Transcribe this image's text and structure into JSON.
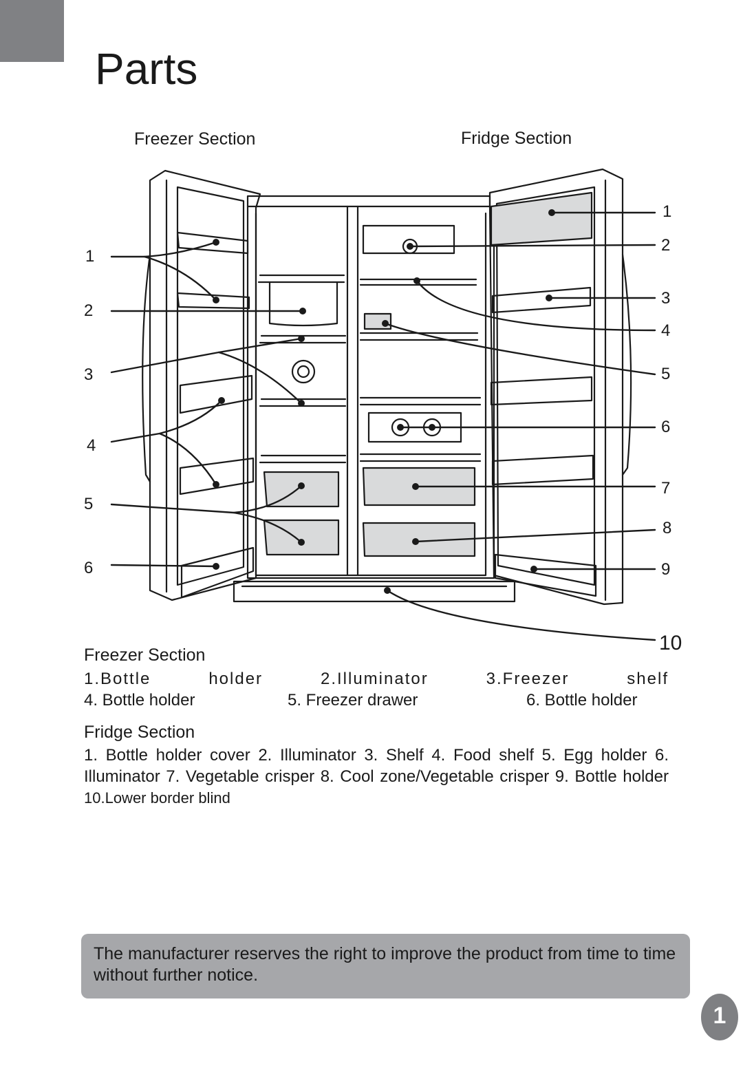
{
  "page": {
    "title": "Parts",
    "page_number": "1"
  },
  "diagram": {
    "freezer_heading": "Freezer Section",
    "fridge_heading": "Fridge Section",
    "left_callouts": [
      "1",
      "2",
      "3",
      "4",
      "5",
      "6"
    ],
    "right_callouts": [
      "1",
      "2",
      "3",
      "4",
      "5",
      "6",
      "7",
      "8",
      "9",
      "10"
    ]
  },
  "freezer_legend": {
    "heading": "Freezer Section",
    "row1": [
      "1.Bottle",
      "holder",
      "2.Illuminator",
      "3.Freezer",
      "shelf"
    ],
    "row2": [
      "4. Bottle holder",
      "5. Freezer drawer",
      "6. Bottle holder"
    ]
  },
  "fridge_legend": {
    "heading": "Fridge Section",
    "text": "1. Bottle holder cover  2. Illuminator 3. Shelf  4. Food shelf  5. Egg holder  6. Illuminator 7. Vegetable crisper  8. Cool zone/Vegetable crisper 9. Bottle holder",
    "last_item": "10.Lower border blind"
  },
  "notice": {
    "text": "The manufacturer reserves the right to improve the product from time to time without further notice."
  }
}
